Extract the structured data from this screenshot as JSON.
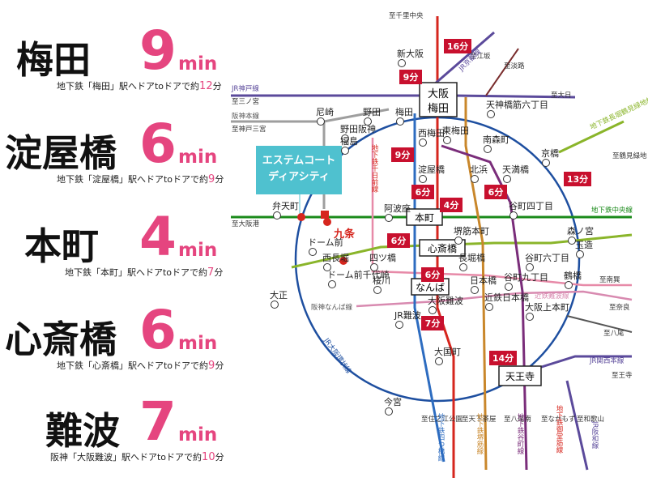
{
  "times": [
    {
      "place": "梅田",
      "minutes": "9",
      "unit": "min",
      "note_a": "地下鉄「梅田」駅へドアtoドアで約",
      "note_num": "12",
      "note_b": "分"
    },
    {
      "place": "淀屋橋",
      "minutes": "6",
      "unit": "min",
      "note_a": "地下鉄「淀屋橋」駅へドアtoドアで約",
      "note_num": "9",
      "note_b": "分"
    },
    {
      "place": "本町",
      "minutes": "4",
      "unit": "min",
      "note_a": "地下鉄「本町」駅へドアtoドアで約",
      "note_num": "7",
      "note_b": "分"
    },
    {
      "place": "心斎橋",
      "minutes": "6",
      "unit": "min",
      "note_a": "地下鉄「心斎橋」駅へドアtoドアで約",
      "note_num": "9",
      "note_b": "分"
    },
    {
      "place": "難波",
      "minutes": "7",
      "unit": "min",
      "note_a": "阪神「大阪難波」駅へドアtoドアで約",
      "note_num": "10",
      "note_b": "分"
    }
  ],
  "map": {
    "property": [
      "エステムコート",
      "ディアシティ"
    ],
    "home_station": "九条",
    "hubs": {
      "osaka_umeda": [
        "大阪",
        "梅田"
      ],
      "honmachi": "本町",
      "shinsaibashi": "心斎橋",
      "namba": "なんば",
      "tennoji": "天王寺"
    },
    "badges": [
      "16分",
      "9分",
      "9分",
      "6分",
      "4分",
      "6分",
      "6分",
      "6分",
      "7分",
      "14分",
      "13分"
    ],
    "stations": [
      "新大阪",
      "尼崎",
      "野田",
      "梅田",
      "西梅田",
      "東梅田",
      "天神橋筋六丁目",
      "南森町",
      "野田阪神",
      "福島",
      "淀屋橋",
      "北浜",
      "天満橋",
      "京橋",
      "阿波座",
      "谷町四丁目",
      "堺筋本町",
      "森ノ宮",
      "弁天町",
      "西長堀",
      "四ツ橋",
      "長堀橋",
      "谷町六丁目",
      "玉造",
      "ドーム前",
      "ドーム前千代崎",
      "桜川",
      "日本橋",
      "谷町九丁目",
      "鶴橋",
      "大正",
      "近鉄日本橋",
      "大阪上本町",
      "JR難波",
      "大阪難波",
      "大国町",
      "今宮"
    ],
    "terminals": [
      "至千里中央",
      "至江坂",
      "至淡路",
      "至大日",
      "至三ノ宮",
      "至神戸三宮",
      "至大阪港",
      "至南巽",
      "至奈良",
      "至八尾",
      "至王寺",
      "至住之江公園",
      "至天下茶屋",
      "至八尾南",
      "至なかもず",
      "至和歌山",
      "至鶴見緑地"
    ],
    "lines": {
      "jr_kobe": "JR神戸線",
      "hanshin_main": "阪神本線",
      "jr_kyoto": "JR京都線",
      "osaka_loop": "JR大阪環状線",
      "sennichimae": "地下鉄千日前線",
      "chuo": "地下鉄中央線",
      "nagahori": "地下鉄長堀鶴見緑地線",
      "hanshin_namba": "阪神なんば線",
      "kintetsu_namba": "近鉄難波線",
      "jr_kansai": "JR関西本線",
      "yotsubashi": "地下鉄四つ橋線",
      "sakaisuji": "地下鉄堺筋線",
      "tanimachi": "地下鉄谷町線",
      "midosuji": "地下鉄御堂筋線",
      "hanwa": "JR阪和線"
    },
    "colors": {
      "accent": "#e5457f",
      "badge": "#c8102e",
      "property": "#4fc1cf",
      "jr_purple": "#5b4a9b",
      "loop": "#1e4fa0",
      "green": "#1a8a1a",
      "midosuji": "#d6261e",
      "orange": "#c9872b",
      "tanimachi": "#7a2d7a",
      "yotsubashi": "#2d6cc0",
      "nagahori": "#8ab52a",
      "kintetsu": "#d88ab0",
      "sakaisuji": "#a0522d",
      "hanshin": "#9e9e9e",
      "sennichimae": "#e78aa8"
    }
  }
}
